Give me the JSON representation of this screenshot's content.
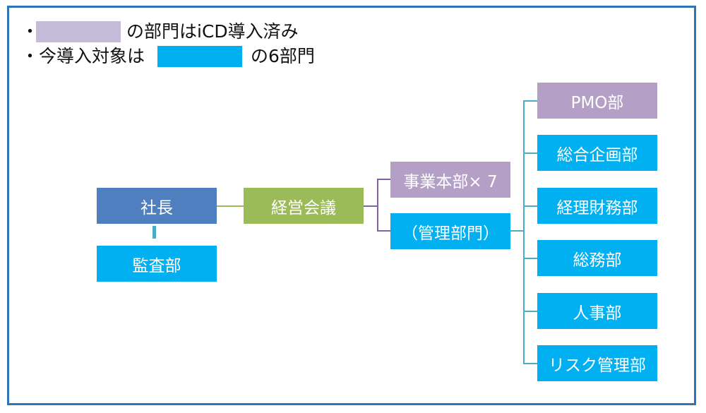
{
  "colors": {
    "frame": "#2e75b6",
    "iCD_done": "#c5bcd9",
    "target": "#00b0f0",
    "president": "#4f7fbf",
    "council": "#9bbb59",
    "purple_box": "#b4a0c7",
    "cyan_box": "#00b0f0",
    "connector_green": "#9bbb59",
    "connector_purple": "#8064a2",
    "connector_teal": "#4bacc6"
  },
  "bullets": [
    {
      "marker": "・",
      "text": "の部門はiCD導入済み"
    },
    {
      "marker": "・",
      "text": "今導入対象は",
      "suffix": "の6部門"
    }
  ],
  "org": {
    "president": "社長",
    "audit": "監査部",
    "council": "経営会議",
    "business": "事業本部× 7",
    "management": "（管理部門）",
    "departments": [
      {
        "label": "PMO部",
        "status": "done"
      },
      {
        "label": "総合企画部",
        "status": "target"
      },
      {
        "label": "経理財務部",
        "status": "target"
      },
      {
        "label": "総務部",
        "status": "target"
      },
      {
        "label": "人事部",
        "status": "target"
      },
      {
        "label": "リスク管理部",
        "status": "target"
      }
    ]
  }
}
